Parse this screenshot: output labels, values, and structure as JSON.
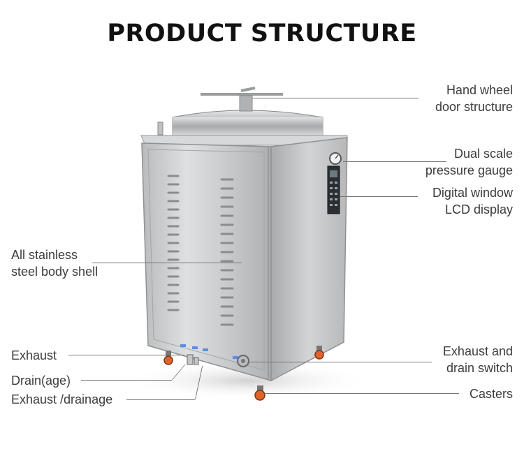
{
  "title": "PRODUCT STRUCTURE",
  "colors": {
    "steel": "#c9cbcc",
    "steel_dark": "#8e9091",
    "caster": "#e0642a",
    "panel": "#2b2f33"
  },
  "labels": {
    "hand_wheel": [
      "Hand wheel",
      "door structure"
    ],
    "pressure_gauge": [
      "Dual scale",
      "pressure gauge"
    ],
    "lcd_display": [
      "Digital window",
      "LCD display"
    ],
    "body_shell": [
      "All stainless",
      "steel body shell"
    ],
    "exhaust": "Exhaust",
    "drainage": "Drain(age)",
    "exhaust_drainage": "Exhaust /drainage",
    "drain_switch": [
      "Exhaust and",
      "drain switch"
    ],
    "casters": "Casters"
  }
}
